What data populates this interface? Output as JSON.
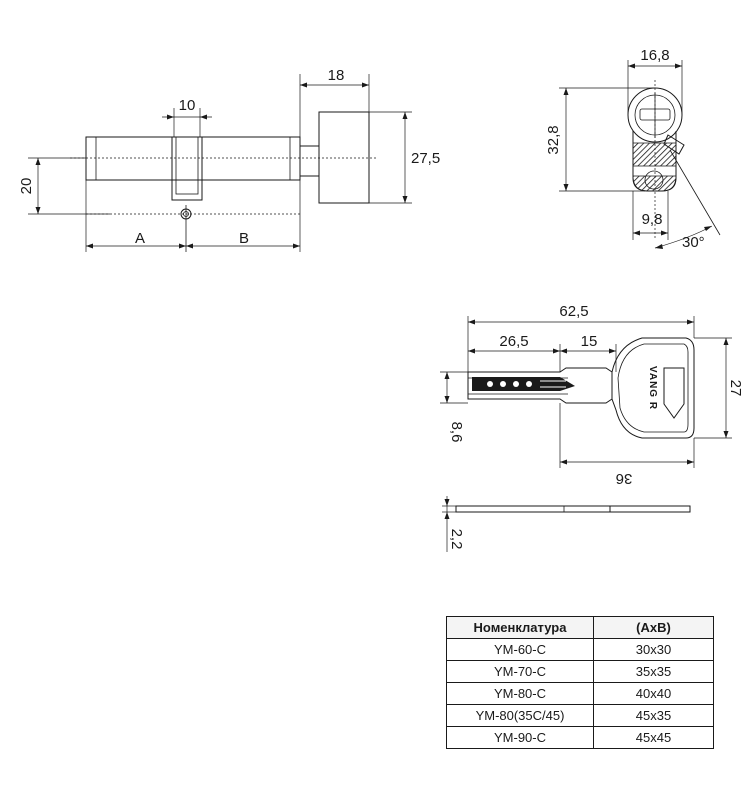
{
  "cylinder_front": {
    "dim_length_18": "18",
    "dim_cam_10": "10",
    "dim_height_27_5": "27,5",
    "dim_height_20": "20",
    "dim_a": "A",
    "dim_b": "B"
  },
  "cylinder_profile": {
    "dim_width": "16,8",
    "dim_height": "32,8",
    "dim_bottom": "9,8",
    "dim_angle": "30°"
  },
  "key": {
    "dim_total": "62,5",
    "dim_blade": "26,5",
    "dim_mid": "15",
    "dim_head_height": "27",
    "dim_blade_height": "8,6",
    "dim_length_36": "36",
    "dim_thickness": "2,2",
    "brand": "VANG R"
  },
  "table": {
    "headers": [
      "Номенклатура",
      "(AxB)"
    ],
    "rows": [
      [
        "YM-60-C",
        "30x30"
      ],
      [
        "YM-70-C",
        "35x35"
      ],
      [
        "YM-80-C",
        "40x40"
      ],
      [
        "YM-80(35C/45)",
        "45x35"
      ],
      [
        "YM-90-C",
        "45x45"
      ]
    ]
  }
}
